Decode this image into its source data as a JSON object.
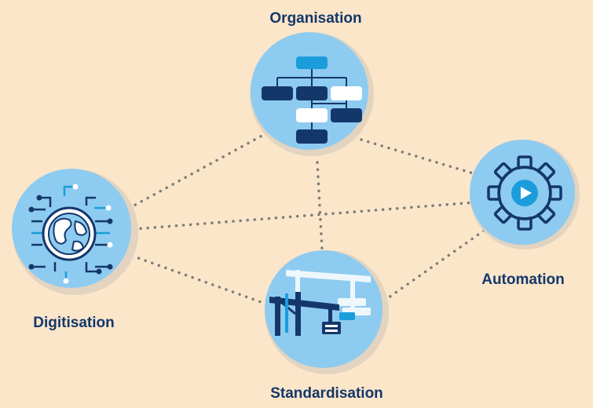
{
  "nodes": {
    "organisation": {
      "label": "Organisation",
      "icon": "org-chart-icon"
    },
    "automation": {
      "label": "Automation",
      "icon": "gear-play-icon"
    },
    "digitisation": {
      "label": "Digitisation",
      "icon": "globe-circuit-icon"
    },
    "standardisation": {
      "label": "Standardisation",
      "icon": "port-crane-icon"
    }
  },
  "colors": {
    "background": "#fbe6c9",
    "circle": "#8ecbf0",
    "shadow": "#e2d4c0",
    "navy": "#14376b",
    "blue": "#1b9ddb",
    "white": "#ffffff",
    "connector": "#7e7c7b"
  }
}
